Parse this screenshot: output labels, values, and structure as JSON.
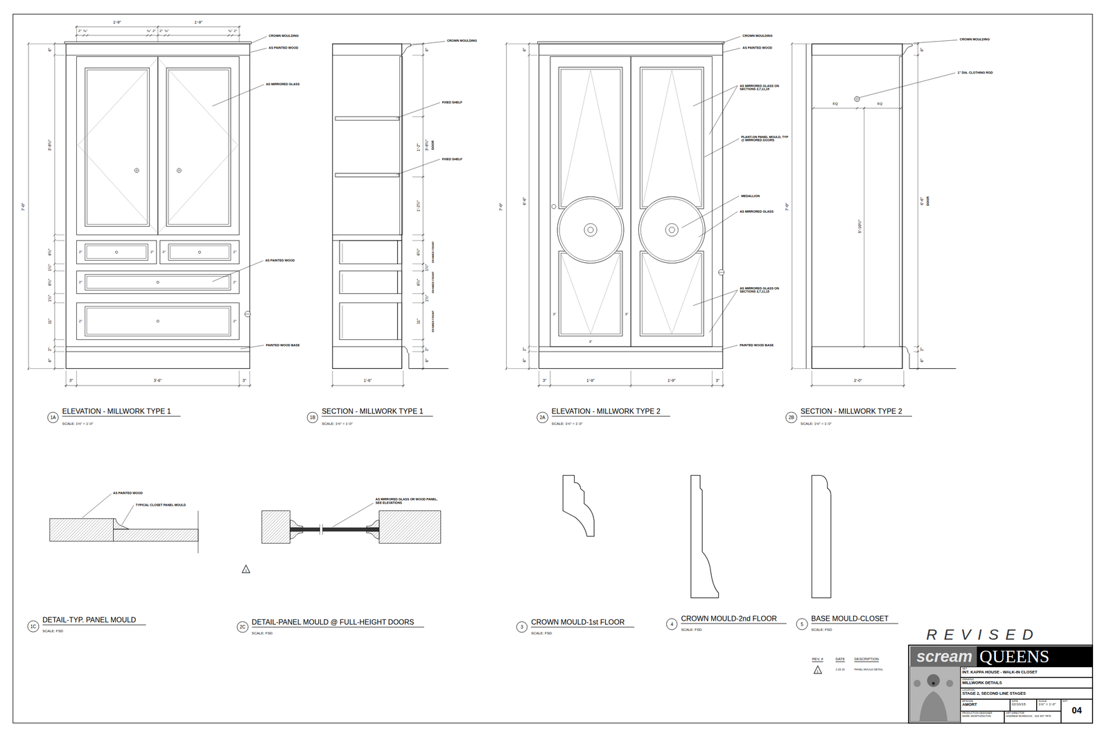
{
  "diagram": {
    "nodes": [
      {
        "text": [
          "1A"
        ]
      },
      {
        "text": [
          "1B"
        ]
      },
      {
        "text": [
          "2A"
        ]
      },
      {
        "text": [
          "2B"
        ]
      },
      {
        "text": [
          "1"
        ]
      },
      {
        "text": [
          "1C"
        ]
      },
      {
        "text": [
          "2C"
        ]
      },
      {
        "text": [
          "3"
        ]
      },
      {
        "text": [
          "4"
        ]
      },
      {
        "text": [
          "5"
        ]
      },
      {
        "text": [
          "1"
        ]
      },
      {
        "text": [
          "scream",
          "QUEENS"
        ]
      },
      {
        "text": [
          "SET:",
          "INT. KAPPA HOUSE - WALK-IN CLOSET"
        ]
      },
      {
        "text": [
          "DRAWING",
          "MILLWORK DETAILS"
        ]
      },
      {
        "text": [
          "LOCATION",
          "STAGE 2, SECOND LINE STAGES"
        ]
      },
      {
        "text": [
          "EPISODE",
          "AMORT"
        ]
      },
      {
        "text": [
          "DATE",
          "02/10/15"
        ]
      },
      {
        "text": [
          "SCALE",
          "1½\" = 1'-0\""
        ]
      },
      {
        "text": [
          "SHT",
          "04"
        ]
      },
      {
        "text": [
          "PRODUCTION DESIGNER",
          "MARK WORTHINGTON"
        ]
      },
      {
        "text": [
          "ART DIRECTOR",
          "ANDREW MURDOCK : 323 347 7870"
        ]
      }
    ],
    "labels": [
      "CROWN MOULDING",
      "AS PAINTED WOOD",
      "AS MIRRORED GLASS",
      "AS PAINTED WOOD",
      "PAINTED WOOD BASE",
      "1'-9\"",
      "1'-9\"",
      "2\"",
      "¾\"",
      "¾\"",
      "2\"",
      "2\"",
      "¾\"",
      "¾\"",
      "2\"",
      "6\"",
      "3'-8½\"",
      "7'-0\"",
      "6½\"",
      "1½\"",
      "6½\"",
      "1½\"",
      "11\"",
      "2\"",
      "6\"",
      "3\"",
      "3'-6\"",
      "3\"",
      "2\"",
      "2\"",
      "2\"",
      "2\"",
      "2\"",
      "2\"",
      "2\"",
      "2\"",
      "CROWN MOULDING",
      "FIXED SHELF",
      "FIXED SHELF",
      "6\"",
      "1'-2\"",
      "3'-8½\"",
      "DOOR",
      "1'-2½\"",
      "6½\"",
      "DRAWER FRONT",
      "1½\"",
      "6½\"",
      "DRAWER FRONT",
      "1½\"",
      "11\"",
      "DRAWER FRONT",
      "2\"",
      "6\"",
      "1'-6\"",
      "CROWN MOULDING",
      "AS PAINTED WOOD",
      "AS MIRRORED GLASS ON SECTIONS 3,7,11,15",
      "PLANT-ON PANEL MOULD, TYP @ MIRRORED DOORS",
      "MEDALLION",
      "AS MIRRORED GLASS",
      "AS MIRRORED GLASS ON SECTIONS 3,7,11,15",
      "PAINTED WOOD BASE",
      "6\"",
      "6'-6\"",
      "7'-0\"",
      "2\"",
      "6\"",
      "3\"",
      "3\"",
      "3\"",
      "3\"",
      "1'-9\"",
      "1'-9\"",
      "3\"",
      "CROWN MOULDING",
      "1\" DIA. CLOTHING ROD",
      "EQ",
      "EQ",
      "5'-10½\"",
      "6\"",
      "6'-6\"",
      "DOOR",
      "7'-0\"",
      "2\"",
      "6\"",
      "2'-0\"",
      "ELEVATION - MILLWORK TYPE 1",
      "SCALE: 1½\" = 1'-0\"",
      "SECTION - MILLWORK TYPE 1",
      "SCALE: 1½\" = 1'-0\"",
      "ELEVATION - MILLWORK TYPE 2",
      "SCALE: 1½\" = 1'-0\"",
      "SECTION - MILLWORK TYPE 2",
      "SCALE: 1½\" = 1'-0\"",
      "AS PAINTED WOOD",
      "TYPICAL CLOSET PANEL MOULD",
      "AS MIRRORED GLASS OR WOOD PANEL, SEE ELEVATIONS",
      "DETAIL-TYP. PANEL MOULD",
      "SCALE: FSD",
      "DETAIL-PANEL MOULD @ FULL-HEIGHT DOORS",
      "SCALE: FSD",
      "CROWN MOULD-1st FLOOR",
      "SCALE: FSD",
      "CROWN MOULD-2nd FLOOR",
      "SCALE: FSD",
      "BASE MOULD-CLOSET",
      "SCALE: FSD",
      "REVISED",
      "REV. #",
      "DATE",
      "DESCRIPTION",
      "2.25.15",
      "PANEL MOULD DETAIL"
    ]
  }
}
